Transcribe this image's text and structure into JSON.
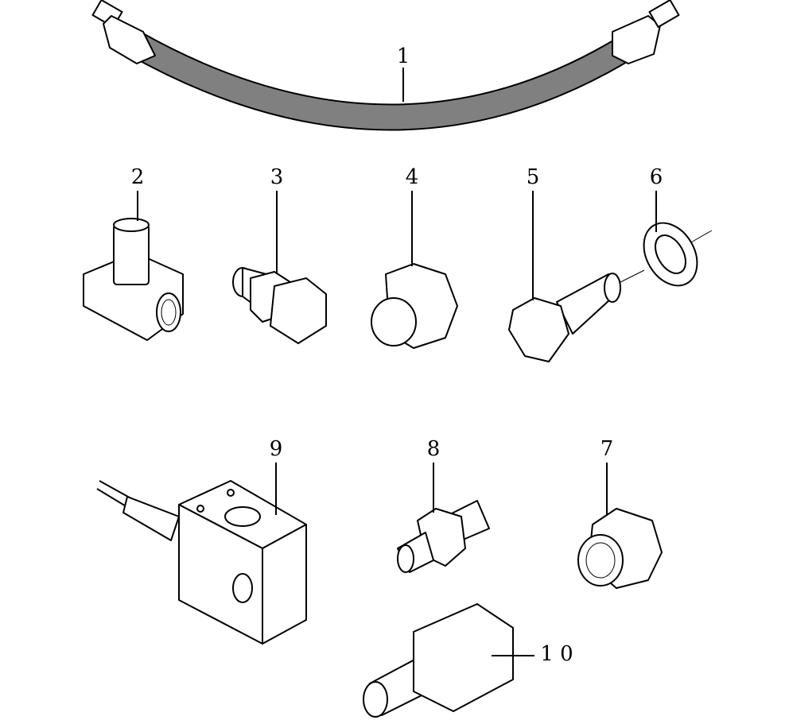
{
  "diagram": {
    "callouts": [
      {
        "id": "1",
        "label": "1",
        "part": "hose"
      },
      {
        "id": "2",
        "label": "2",
        "part": "banjo-fitting"
      },
      {
        "id": "3",
        "label": "3",
        "part": "union-fitting"
      },
      {
        "id": "4",
        "label": "4",
        "part": "plug"
      },
      {
        "id": "5",
        "label": "5",
        "part": "bolt"
      },
      {
        "id": "6",
        "label": "6",
        "part": "washer"
      },
      {
        "id": "7",
        "label": "7",
        "part": "plug"
      },
      {
        "id": "8",
        "label": "8",
        "part": "nipple"
      },
      {
        "id": "9",
        "label": "9",
        "part": "block-with-sensor"
      },
      {
        "id": "10",
        "label": "1 0",
        "part": "hex-spacer"
      }
    ],
    "colors": {
      "hose": "#808080",
      "line": "#000000"
    }
  }
}
